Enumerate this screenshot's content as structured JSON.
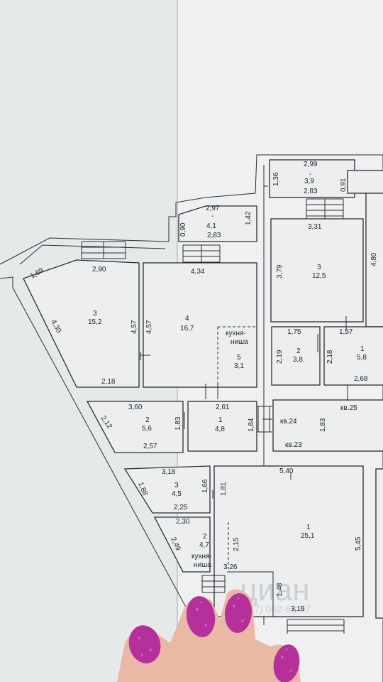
{
  "labels": [
    {
      "id": "t1",
      "text": "2,99"
    },
    {
      "id": "t2",
      "text": "1,36"
    },
    {
      "id": "t3",
      "text": "-"
    },
    {
      "id": "t4",
      "text": "3,9"
    },
    {
      "id": "t5",
      "text": "0,91"
    },
    {
      "id": "t6",
      "text": "2,83"
    },
    {
      "id": "t7",
      "text": "2,97"
    },
    {
      "id": "t8",
      "text": "-"
    },
    {
      "id": "t9",
      "text": "4,1"
    },
    {
      "id": "t10",
      "text": "0,90"
    },
    {
      "id": "t11",
      "text": "2,83"
    },
    {
      "id": "t12",
      "text": "1,42"
    },
    {
      "id": "t13",
      "text": "3,31"
    },
    {
      "id": "t14",
      "text": "4,80"
    },
    {
      "id": "t15",
      "text": "3,79"
    },
    {
      "id": "t16",
      "text": "3"
    },
    {
      "id": "t17",
      "text": "12,5"
    },
    {
      "id": "t18",
      "text": "1,69"
    },
    {
      "id": "t19",
      "text": "2,90"
    },
    {
      "id": "t20",
      "text": "4,34"
    },
    {
      "id": "t21",
      "text": "4,30"
    },
    {
      "id": "t22",
      "text": "3"
    },
    {
      "id": "t23",
      "text": "15,2"
    },
    {
      "id": "t24",
      "text": "4,57"
    },
    {
      "id": "t25",
      "text": "4,57"
    },
    {
      "id": "t26",
      "text": "4"
    },
    {
      "id": "t27",
      "text": "16,7"
    },
    {
      "id": "t28",
      "text": "кухня-"
    },
    {
      "id": "t29",
      "text": "ниша"
    },
    {
      "id": "t30",
      "text": "5"
    },
    {
      "id": "t31",
      "text": "3,1"
    },
    {
      "id": "t32",
      "text": "2,18"
    },
    {
      "id": "t33",
      "text": "1,75"
    },
    {
      "id": "t34",
      "text": "1,57"
    },
    {
      "id": "t35",
      "text": "2,19"
    },
    {
      "id": "t36",
      "text": "2"
    },
    {
      "id": "t37",
      "text": "3,8"
    },
    {
      "id": "t38",
      "text": "2,18"
    },
    {
      "id": "t39",
      "text": "1"
    },
    {
      "id": "t40",
      "text": "5,8"
    },
    {
      "id": "t41",
      "text": "2,68"
    },
    {
      "id": "t42",
      "text": "3,60"
    },
    {
      "id": "t43",
      "text": "2,12"
    },
    {
      "id": "t44",
      "text": "2"
    },
    {
      "id": "t45",
      "text": "5,6"
    },
    {
      "id": "t46",
      "text": "2,57"
    },
    {
      "id": "t47",
      "text": "1,83"
    },
    {
      "id": "t48",
      "text": "2,61"
    },
    {
      "id": "t49",
      "text": "1"
    },
    {
      "id": "t50",
      "text": "4,8"
    },
    {
      "id": "t51",
      "text": "1,84"
    },
    {
      "id": "t52",
      "text": "кв.24"
    },
    {
      "id": "t53",
      "text": "1,83"
    },
    {
      "id": "t54",
      "text": "кв.25"
    },
    {
      "id": "t55",
      "text": "кв.23"
    },
    {
      "id": "t56",
      "text": "5,40"
    },
    {
      "id": "t57",
      "text": "3,18"
    },
    {
      "id": "t58",
      "text": "1,88"
    },
    {
      "id": "t59",
      "text": "3"
    },
    {
      "id": "t60",
      "text": "4,5"
    },
    {
      "id": "t61",
      "text": "1,66"
    },
    {
      "id": "t62",
      "text": "1,81"
    },
    {
      "id": "t63",
      "text": "2,25"
    },
    {
      "id": "t64",
      "text": "2,30"
    },
    {
      "id": "t65",
      "text": "2,49"
    },
    {
      "id": "t66",
      "text": "2"
    },
    {
      "id": "t67",
      "text": "4,7"
    },
    {
      "id": "t68",
      "text": "2,15"
    },
    {
      "id": "t69",
      "text": "1"
    },
    {
      "id": "t70",
      "text": "25,1"
    },
    {
      "id": "t71",
      "text": "5,45"
    },
    {
      "id": "t72",
      "text": "кухня-"
    },
    {
      "id": "t73",
      "text": "ниша"
    },
    {
      "id": "t74",
      "text": "3,26"
    },
    {
      "id": "t75",
      "text": "1,48"
    },
    {
      "id": "t76",
      "text": "3,19"
    }
  ],
  "watermark": {
    "text": "циан",
    "number": "+7 (927) 062-63-57"
  },
  "colors": {
    "paper": "#eceeef",
    "line": "#2a2d30",
    "nail": "#b5309a",
    "skin": "#e9b9a6"
  }
}
